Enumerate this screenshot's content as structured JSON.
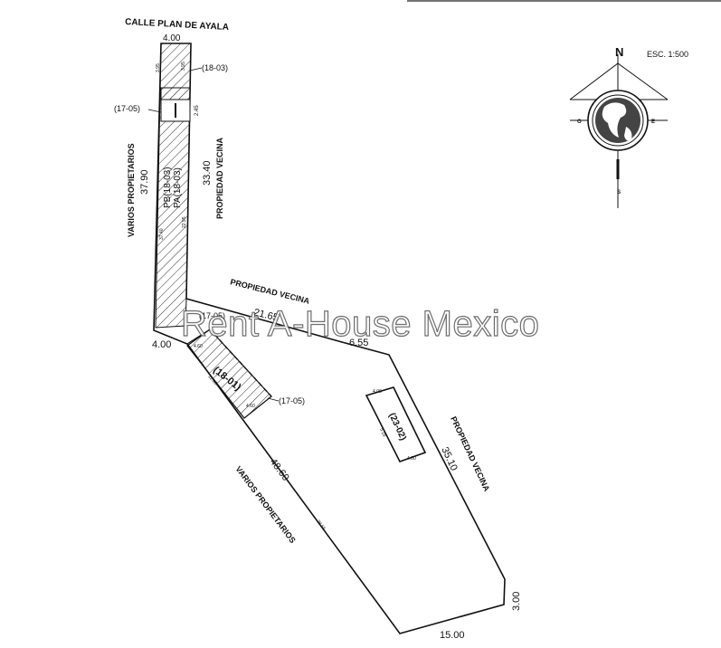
{
  "street": "CALLE PLAN DE AYALA",
  "scale": "ESC. 1:500",
  "compass": {
    "north": "N",
    "south": "S",
    "east": "E",
    "west": "O"
  },
  "watermark": "Rent A-House Mexico",
  "labels": {
    "top_width": "4.00",
    "lot_1803_top": "(18-03)",
    "lot_1705_left": "(17-05)",
    "varios_left": "VARIOS PROPIETARIOS",
    "left_len": "37.90",
    "pb_1803": "PB(18-03)",
    "pa_1803": "PA(18-03)",
    "right_len": "33.40",
    "prop_vecina_right": "PROPIEDAD VECINA",
    "prop_vecina_top": "PROPIEDAD VECINA",
    "len_2165": "21.65",
    "lot_1705_mid": "(17-05)",
    "len_655": "6.55",
    "corner_400": "4.00",
    "lot_1801": "(18-01)",
    "lot_1705_right": "(17-05)",
    "lot_2302": "(23-02)",
    "prop_vecina_east": "PROPIEDAD VECINA",
    "len_3510": "35.10",
    "varios_bottom": "VARIOS PROPIETARIOS",
    "len_4860": "48.60",
    "len_300": "3.00",
    "len_1500": "15.00"
  },
  "small_dims": {
    "d_395a": "3.95",
    "d_395b": "3.95",
    "d_245": "2.45",
    "d_3740": "37.40",
    "d_2295": "22.95",
    "d_460": "4.60",
    "d_1196": "11.96",
    "d_460b": "4.60",
    "d_400a": "4.00",
    "d_400b": "4.00",
    "d_518": "5.18",
    "d_3855": "38.55"
  }
}
